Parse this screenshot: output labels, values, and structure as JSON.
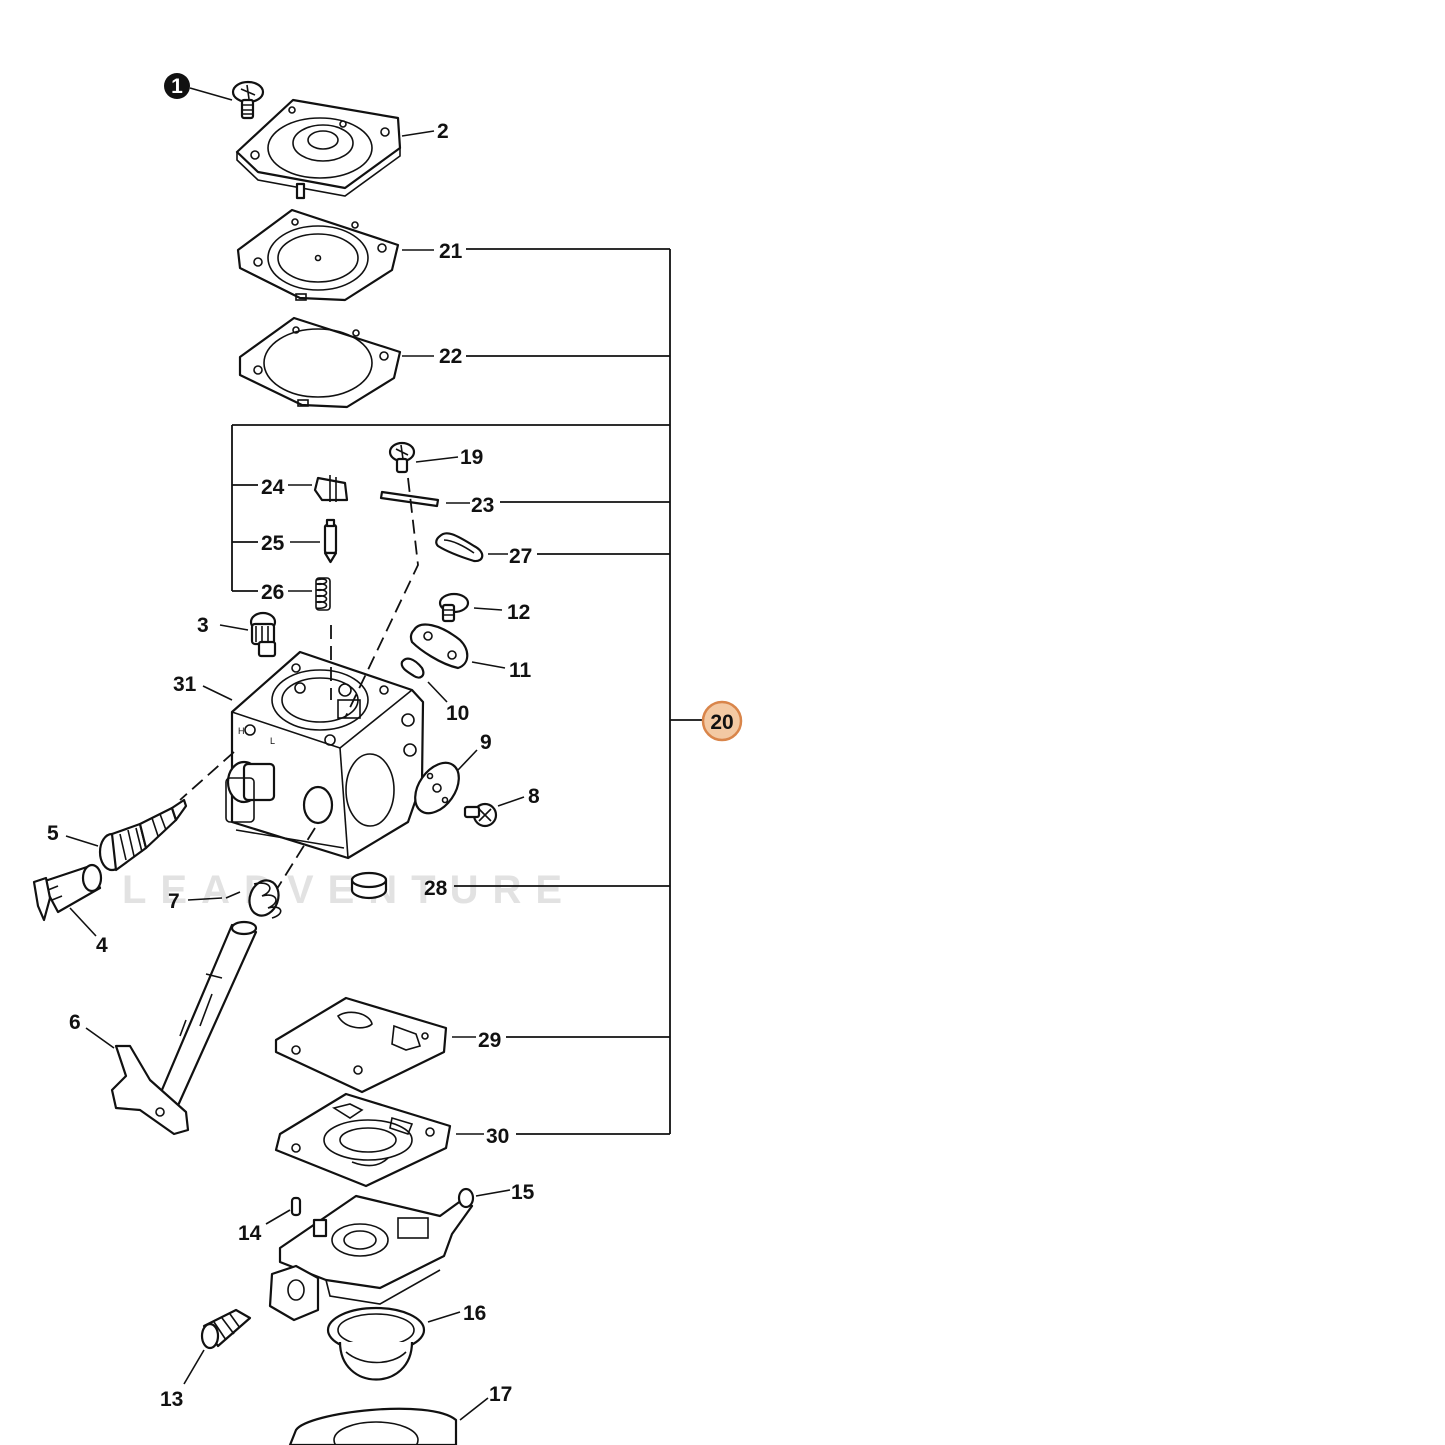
{
  "diagram": {
    "watermark": "LEADVENTURE",
    "colors": {
      "line": "#111111",
      "background": "#ffffff",
      "highlight_fill": "#f3c9a3",
      "highlight_stroke": "#d9854a",
      "filled_callout": "#111111",
      "watermark": "#dcdcdc"
    },
    "carburetor_marks": {
      "h": "H",
      "l": "L"
    },
    "callouts": {
      "c1": "1",
      "c2": "2",
      "c3": "3",
      "c4": "4",
      "c5": "5",
      "c6": "6",
      "c7": "7",
      "c8": "8",
      "c9": "9",
      "c10": "10",
      "c11": "11",
      "c12": "12",
      "c13": "13",
      "c14": "14",
      "c15": "15",
      "c16": "16",
      "c17": "17",
      "c19": "19",
      "c20": "20",
      "c21": "21",
      "c22": "22",
      "c23": "23",
      "c24": "24",
      "c25": "25",
      "c26": "26",
      "c27": "27",
      "c28": "28",
      "c29": "29",
      "c30": "30",
      "c31": "31"
    }
  }
}
